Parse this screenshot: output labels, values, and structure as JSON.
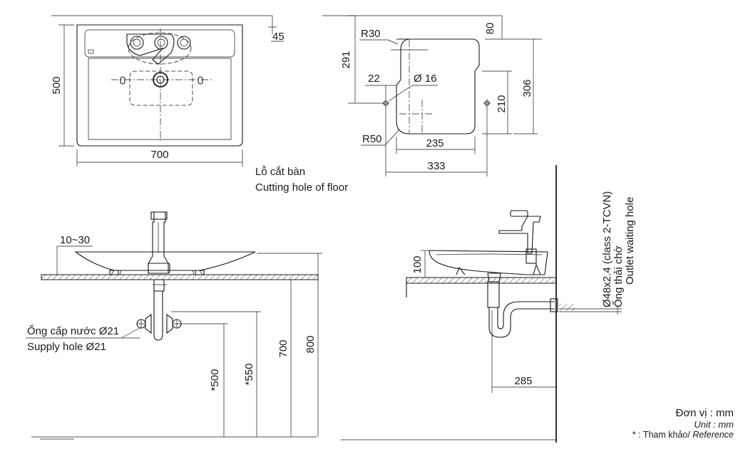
{
  "top_view": {
    "width_label": "700",
    "depth_label": "500",
    "deck_label": "45"
  },
  "cutout_view": {
    "r30": "R30",
    "dim_80": "80",
    "dim_291": "291",
    "dim_22": "22",
    "dia_16": "Ø 16",
    "dim_210": "210",
    "dim_306": "306",
    "r50": "R50",
    "dim_235": "235",
    "dim_333": "333",
    "caption_vi": "Lỗ cắt bàn",
    "caption_en": "Cutting hole of floor"
  },
  "front_view": {
    "rim_label": "10~30",
    "supply_vi": "Ống cấp nước Ø21",
    "supply_en": "Supply hole Ø21",
    "dim_500": "*500",
    "dim_550": "*550",
    "dim_700": "700",
    "dim_800": "800"
  },
  "side_view": {
    "dim_100": "100",
    "dim_285": "285",
    "pipe_label": "Ø48x2.4 (class 2-TCVN)",
    "pipe_vi": "Ống thải chờ",
    "pipe_en": "Outlet waiting hole"
  },
  "legend": {
    "unit_vi": "Đơn vị : mm",
    "unit_en": "Unit : mm",
    "ref_vi": "* : Tham khảo/ ",
    "ref_en": "Reference"
  }
}
